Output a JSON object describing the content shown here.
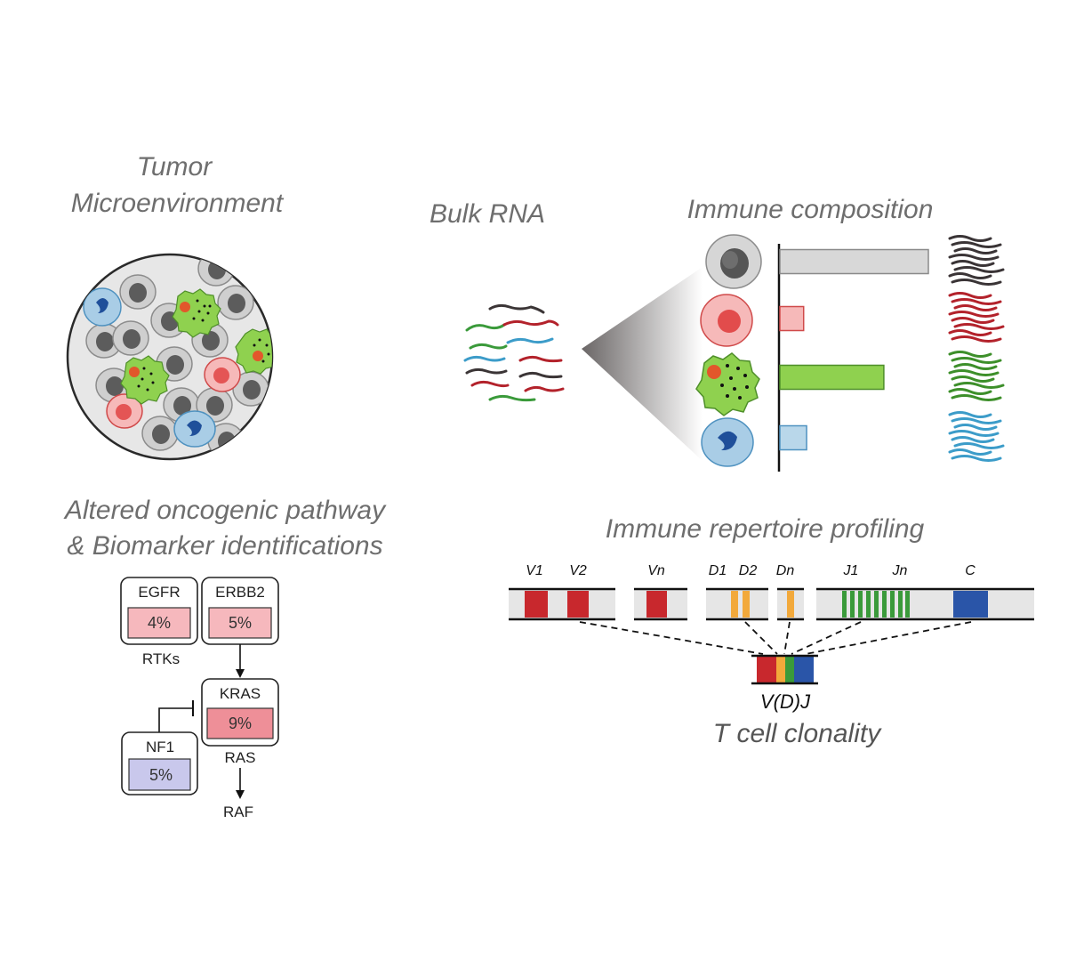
{
  "tme": {
    "title_line1": "Tumor",
    "title_line2": "Microenvironment"
  },
  "bulk": {
    "title": "Bulk RNA"
  },
  "immune": {
    "title": "Immune composition",
    "bars": [
      {
        "cell": "grey",
        "fraction": 1.0,
        "color": "#d8d8d8",
        "stroke": "#8a8a8a",
        "wave": "#3a3436"
      },
      {
        "cell": "red",
        "fraction": 0.16,
        "color": "#f6b9b9",
        "stroke": "#d04a4a",
        "wave": "#b3222b"
      },
      {
        "cell": "green",
        "fraction": 0.7,
        "color": "#8fd14f",
        "stroke": "#4f8f2a",
        "wave": "#3d8f2a"
      },
      {
        "cell": "blue",
        "fraction": 0.18,
        "color": "#b9d7ea",
        "stroke": "#4f92c0",
        "wave": "#3c9cc9"
      }
    ]
  },
  "pathway": {
    "title_line1": "Altered oncogenic pathway",
    "title_line2": "& Biomarker identifications",
    "egfr": {
      "name": "EGFR",
      "pct": "4%"
    },
    "erbb2": {
      "name": "ERBB2",
      "pct": "5%"
    },
    "rtks": "RTKs",
    "kras": {
      "name": "KRAS",
      "pct": "9%"
    },
    "ras": "RAS",
    "nf1": {
      "name": "NF1",
      "pct": "5%"
    },
    "raf": "RAF"
  },
  "repertoire": {
    "title": "Immune repertoire profiling",
    "segments": {
      "v1": "V1",
      "v2": "V2",
      "vn": "Vn",
      "d1": "D1",
      "d2": "D2",
      "dn": "Dn",
      "j1": "J1",
      "jn": "Jn",
      "c": "C"
    },
    "vdj": "V(D)J",
    "clonality": "T cell clonality"
  },
  "colors": {
    "v": "#c8282d",
    "d": "#f2a93b",
    "j": "#3a9a3a",
    "c": "#2a55a8",
    "cell_grey": "#d8d8d8",
    "cell_red": "#f6b9b9",
    "cell_blue": "#b9d7ea",
    "cell_green": "#8fd14f"
  }
}
